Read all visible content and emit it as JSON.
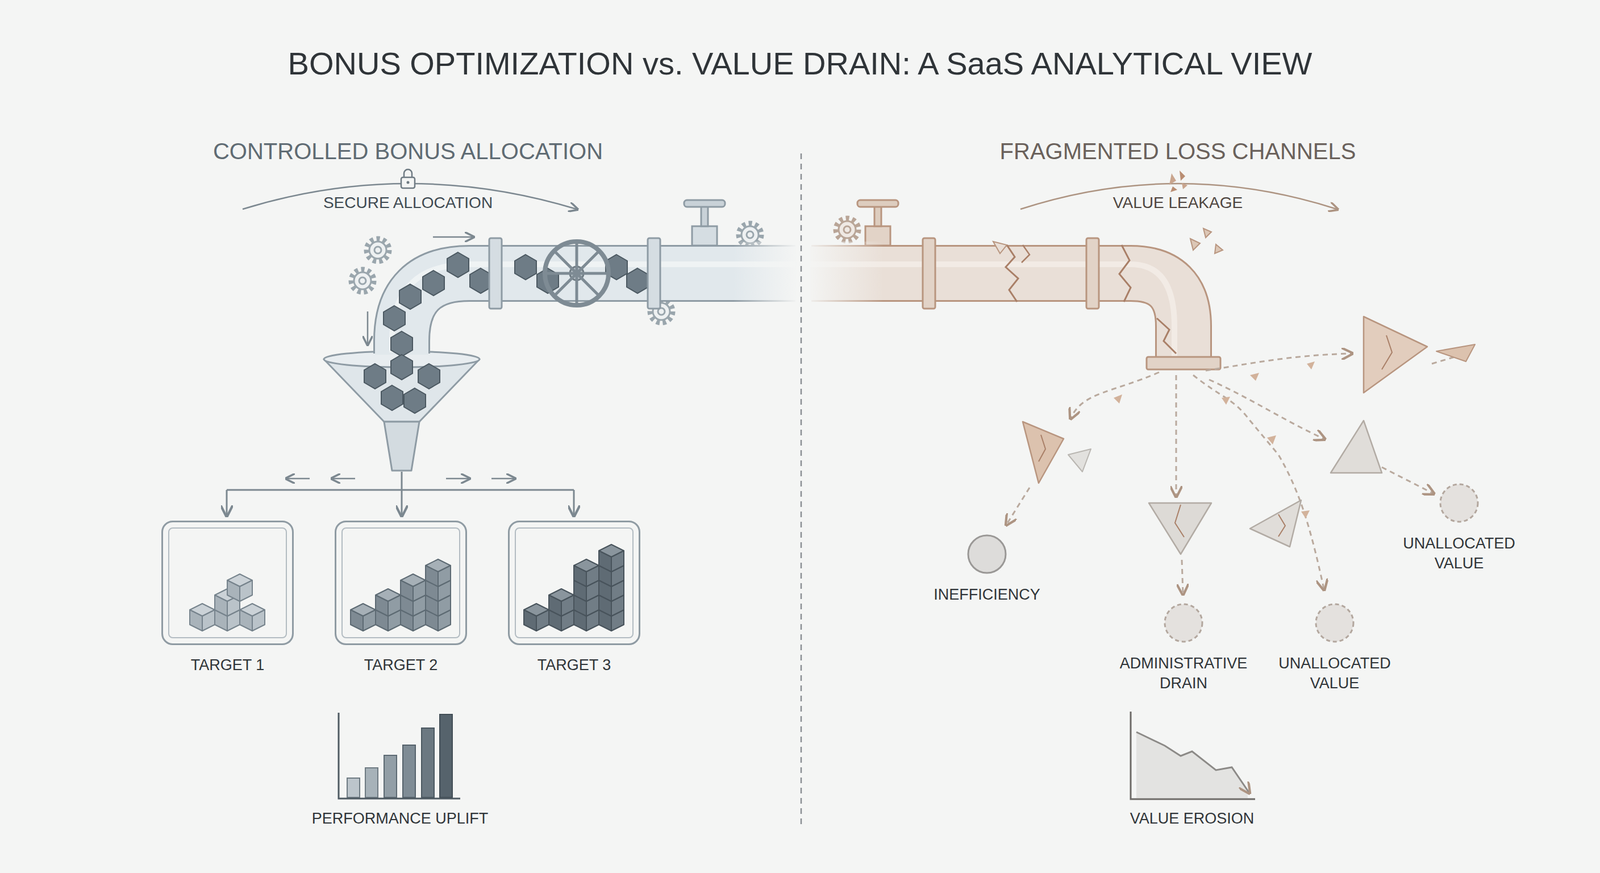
{
  "diagram": {
    "title": "BONUS OPTIMIZATION vs. VALUE DRAIN: A SaaS ANALYTICAL VIEW",
    "nodes": [
      {
        "text": [
          "TARGET 1"
        ]
      },
      {
        "text": [
          "TARGET 2"
        ]
      },
      {
        "text": [
          "TARGET 3"
        ]
      },
      {
        "text": [
          "INEFFICIENCY"
        ]
      },
      {
        "text": [
          "ADMINISTRATIVE DRAIN"
        ]
      },
      {
        "text": [
          "UNALLOCATED VALUE"
        ]
      },
      {
        "text": [
          "UNALLOCATED VALUE"
        ]
      }
    ],
    "labels": [
      "CONTROLLED BONUS ALLOCATION",
      "SECURE ALLOCATION",
      "PERFORMANCE UPLIFT",
      "FRAGMENTED LOSS CHANNELS",
      "VALUE LEAKAGE",
      "VALUE EROSION"
    ]
  }
}
